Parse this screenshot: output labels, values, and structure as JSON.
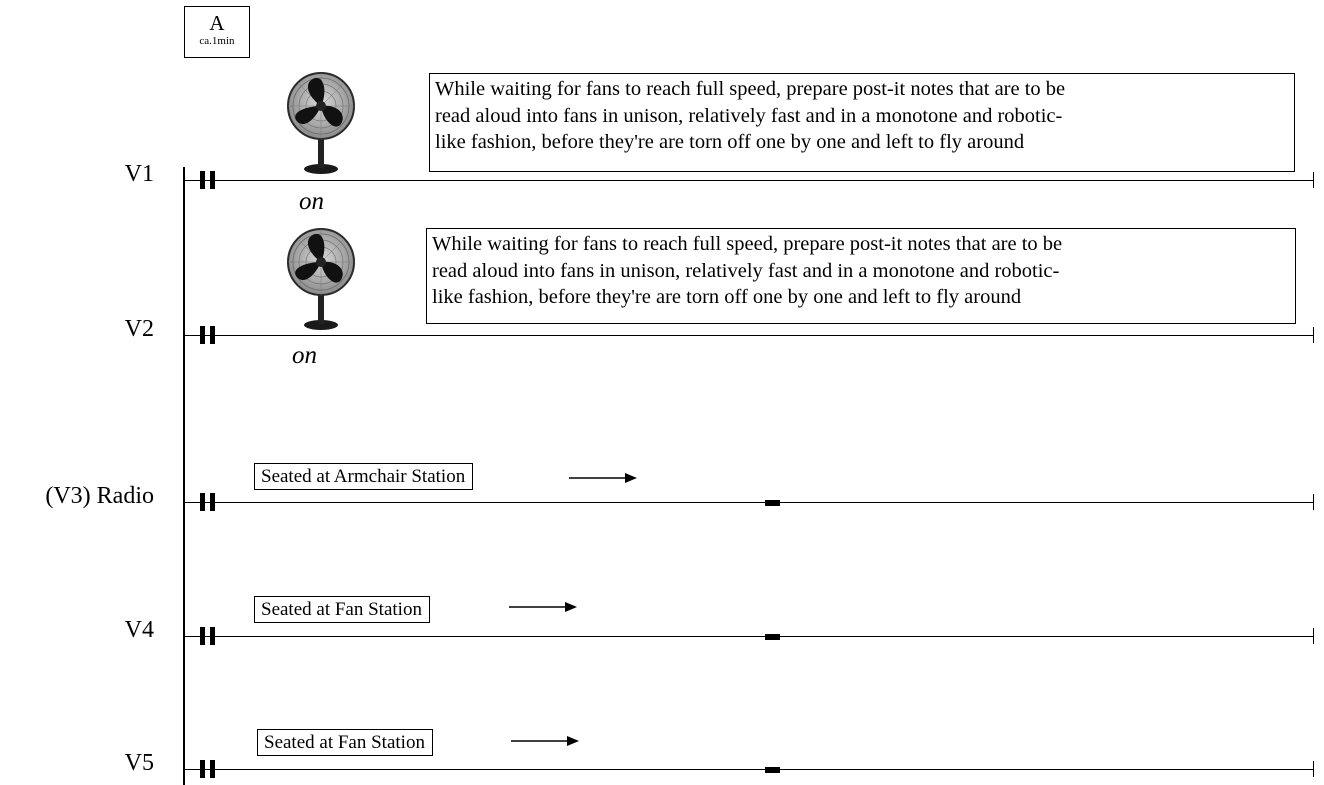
{
  "rehearsal": {
    "letter": "A",
    "duration": "ca.1min"
  },
  "staves": [
    {
      "id": "v1",
      "name": "V1"
    },
    {
      "id": "v2",
      "name": "V2"
    },
    {
      "id": "v3",
      "name": "(V3) Radio"
    },
    {
      "id": "v4",
      "name": "V4"
    },
    {
      "id": "v5",
      "name": "V5"
    }
  ],
  "fan_icon": "desk-fan-icon",
  "v1": {
    "fan_label": "on",
    "instruction": "While waiting for fans to reach full speed, prepare post-it notes that are to be\nread aloud into fans in unison, relatively fast and in a monotone and robotic-\nlike fashion, before they're are torn off one by one and left to fly around"
  },
  "v2": {
    "fan_label": "on",
    "instruction": "While waiting for fans to reach full speed, prepare post-it notes that are to be\nread aloud into fans in unison, relatively fast and in a monotone and robotic-\nlike fashion, before they're are torn off one by one and left to fly around"
  },
  "v3": {
    "direction": "Seated at Armchair Station"
  },
  "v4": {
    "direction": "Seated at Fan Station"
  },
  "v5": {
    "direction": "Seated at Fan Station"
  }
}
